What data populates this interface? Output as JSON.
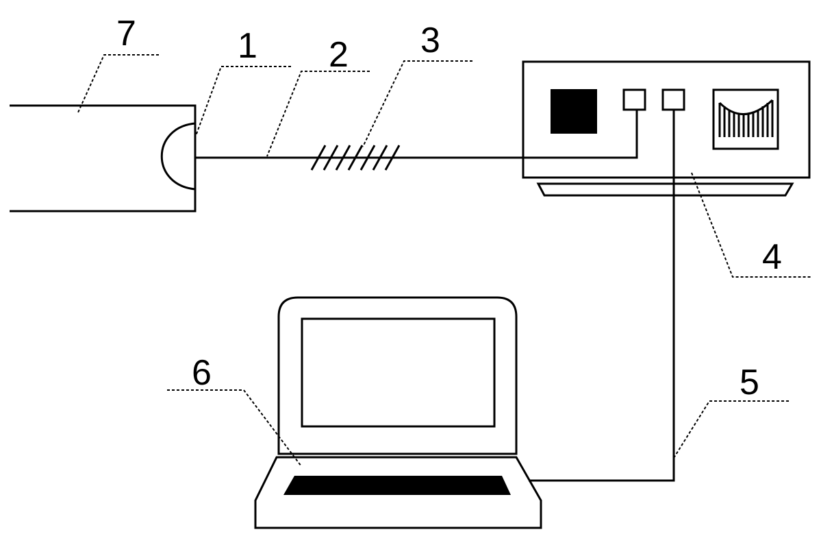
{
  "diagram": {
    "labels": {
      "p1": "1",
      "p2": "2",
      "p3": "3",
      "p4": "4",
      "p5": "5",
      "p6": "6",
      "p7": "7"
    }
  },
  "colors": {
    "line": "#000000",
    "fill": "#000000",
    "background": "#ffffff"
  }
}
